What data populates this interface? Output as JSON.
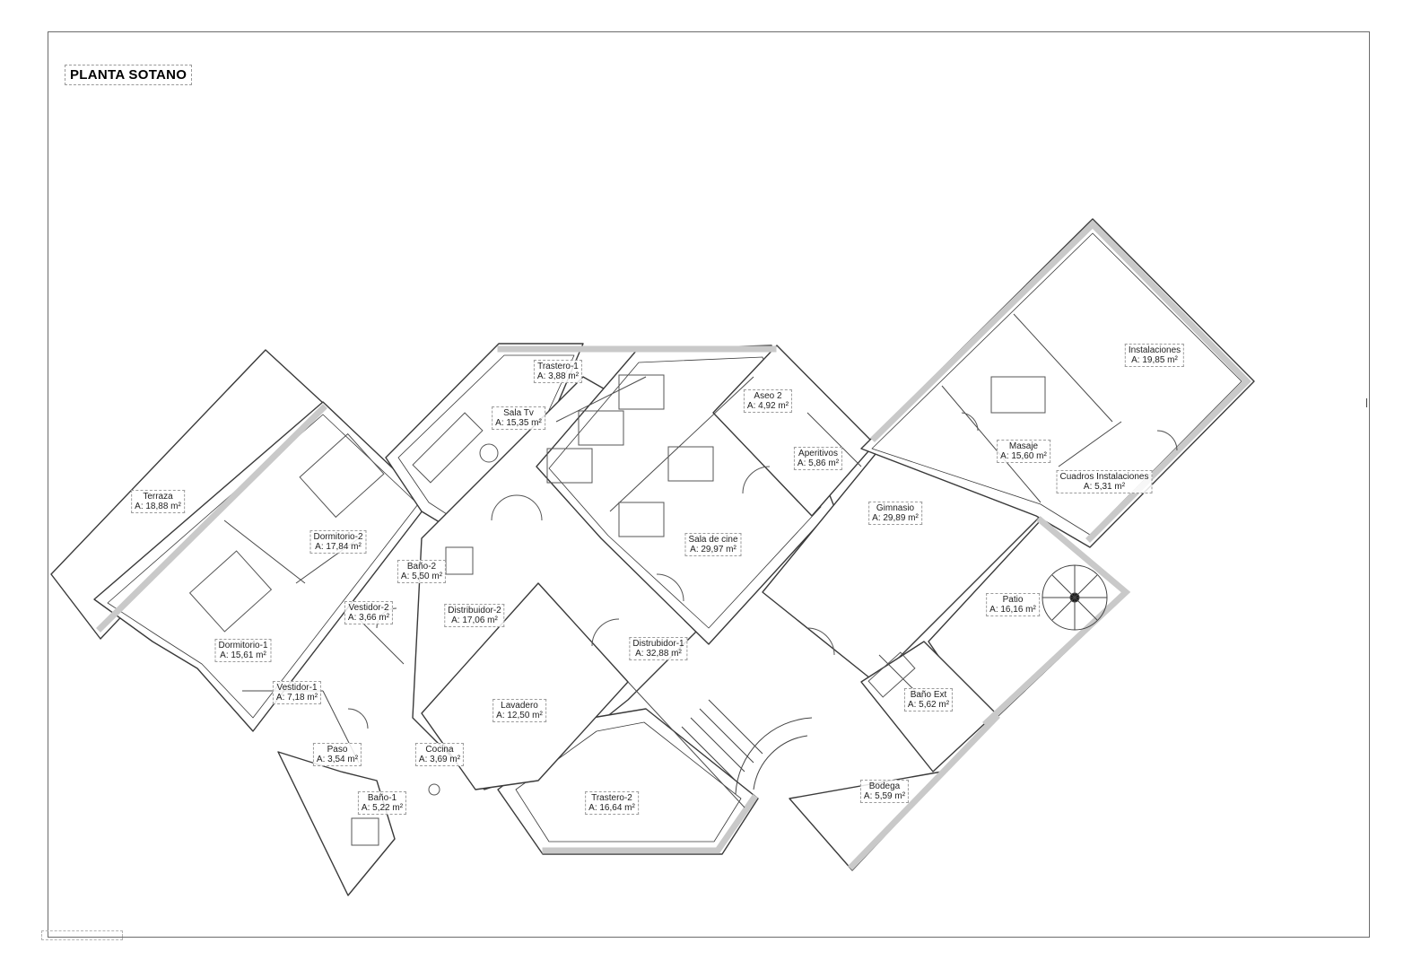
{
  "plan": {
    "title": "PLANTA SOTANO",
    "rooms": [
      {
        "name": "Terraza",
        "area": "A: 18,88 m²"
      },
      {
        "name": "Dormitorio-2",
        "area": "A: 17,84 m²"
      },
      {
        "name": "Baño-2",
        "area": "A: 5,50 m²"
      },
      {
        "name": "Vestidor-2",
        "area": "A: 3,66 m²"
      },
      {
        "name": "Distribuidor-2",
        "area": "A: 17,06 m²"
      },
      {
        "name": "Dormitorio-1",
        "area": "A: 15,61 m²"
      },
      {
        "name": "Vestidor-1",
        "area": "A: 7,18 m²"
      },
      {
        "name": "Paso",
        "area": "A: 3,54 m²"
      },
      {
        "name": "Cocina",
        "area": "A: 3,69 m²"
      },
      {
        "name": "Baño-1",
        "area": "A: 5,22 m²"
      },
      {
        "name": "Trastero-1",
        "area": "A: 3,88 m²"
      },
      {
        "name": "Sala Tv",
        "area": "A: 15,35 m²"
      },
      {
        "name": "Lavadero",
        "area": "A: 12,50 m²"
      },
      {
        "name": "Trastero-2",
        "area": "A: 16,64 m²"
      },
      {
        "name": "Sala de cine",
        "area": "A: 29,97 m²"
      },
      {
        "name": "Distrubidor-1",
        "area": "A: 32,88 m²"
      },
      {
        "name": "Aseo 2",
        "area": "A: 4,92 m²"
      },
      {
        "name": "Aperitivos",
        "area": "A: 5,86 m²"
      },
      {
        "name": "Gimnasio",
        "area": "A: 29,89 m²"
      },
      {
        "name": "Masaje",
        "area": "A: 15,60 m²"
      },
      {
        "name": "Instalaciones",
        "area": "A: 19,85 m²"
      },
      {
        "name": "Cuadros Instalaciones",
        "area": "A: 5,31 m²"
      },
      {
        "name": "Patio",
        "area": "A: 16,16 m²"
      },
      {
        "name": "Baño Ext",
        "area": "A: 5,62 m²"
      },
      {
        "name": "Bodega",
        "area": "A: 5,59 m²"
      }
    ]
  }
}
